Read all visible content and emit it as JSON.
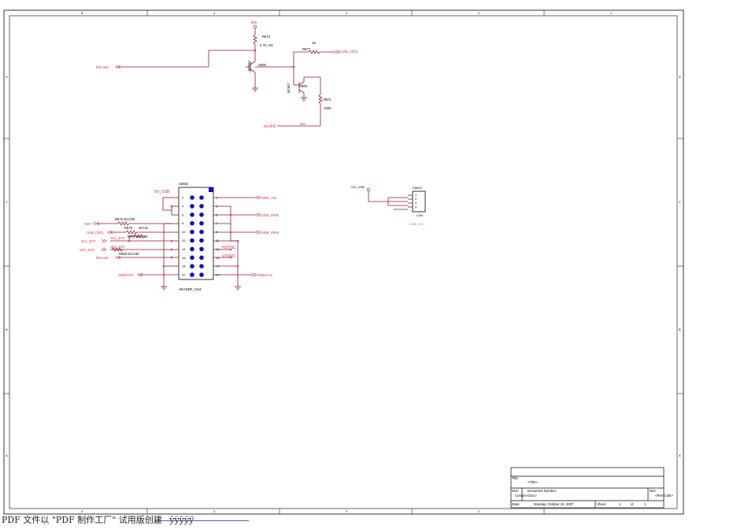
{
  "border": {
    "col_numbers": [
      "5",
      "4",
      "3",
      "2",
      "1"
    ],
    "row_letters": [
      "D",
      "C",
      "B",
      "A"
    ]
  },
  "circuit1": {
    "supply": "5VA",
    "r873_ref": "R873",
    "r873_val": "4.7K_NS",
    "q1_part": "BC847",
    "q1_ref": "X806",
    "r877_val": "1K",
    "r877_ref": "R877",
    "usb_cntl": "USB_CNTL",
    "q2_part": "BC847",
    "q2_ref": "X808",
    "r871_ref": "R871",
    "r871_val": "100K",
    "irin_usb": "IRin-usb",
    "irin_port": "IRin",
    "irin_net": "IRin"
  },
  "header": {
    "ref": "X5502",
    "name": "HEADER_10x2",
    "left_pins": [
      "2",
      "4",
      "6",
      "8",
      "10",
      "12",
      "14",
      "16",
      "18",
      "20"
    ],
    "right_pins": [
      "1",
      "3",
      "5",
      "7",
      "9",
      "11",
      "13",
      "15",
      "17",
      "19"
    ],
    "net_5v_usb": "5V_USB",
    "side_yin": "SIDE_YIN",
    "side_pbin": "SIDE_PBIN",
    "side_prin": "SIDE_PRIN",
    "side2_lin": "SIDE2-Lin",
    "side2_rin": "SIDE2-Rin",
    "hsync": "HSYNC",
    "vsync": "VSYNC",
    "key": "KEY",
    "usb_cntl": "USB_CNTL",
    "scl_ext": "SCL_EXT",
    "sda_ext": "SDA_EXT",
    "irin_usb": "IRin-usb",
    "scl_net": "SCL_EXT",
    "sda_net": "SDA_EXT",
    "r876": "R876 NC/100",
    "r879": "R879",
    "r879_val": "NC/1K",
    "r878": "R878 NC/100",
    "r880": "R880 NC/100"
  },
  "cn4": {
    "supply": "+5V_USB",
    "ref": "X5003",
    "name": "CN4",
    "note": "USB_VCC",
    "pins": [
      "1",
      "2",
      "3",
      "4"
    ]
  },
  "titleblock": {
    "title_label": "Title",
    "title_value": "<Title>",
    "size_label": "Size",
    "size_value": "Custom",
    "docnum_label": "Document Number",
    "docnum_value": "<Doc>",
    "rev_label": "Rev",
    "rev_value": "<RevCode>",
    "date_label": "Date:",
    "date_value": "Monday, October 22, 2007",
    "sheet_label": "Sheet",
    "sheet_value": "1",
    "of_label": "of",
    "of_value": "1"
  },
  "footer": {
    "text": "PDF 文件以 \"PDF 制作工厂\" 试用版创建",
    "link": "ÿÿÿÿÿ"
  },
  "colors": {
    "wire": "#8b1a2a",
    "net_label": "#cc3333",
    "junction": "#cc33cc",
    "pin_dot": "#1010c0",
    "frame": "#000000"
  }
}
